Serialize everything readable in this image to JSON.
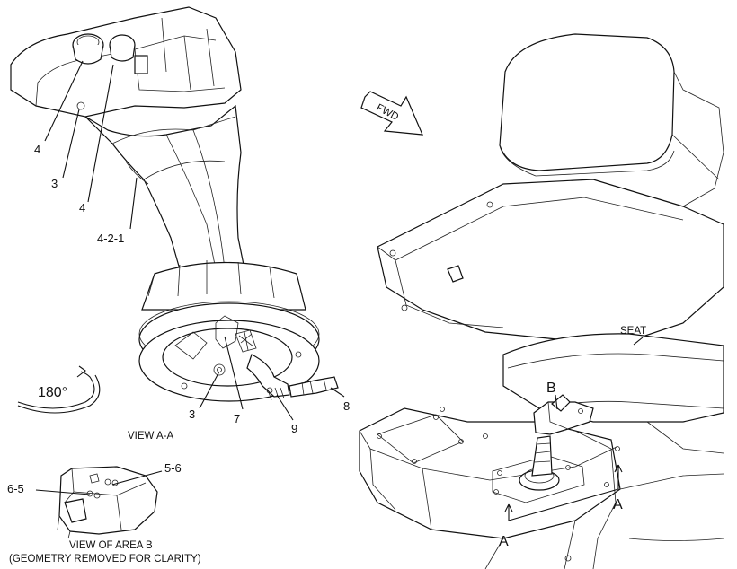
{
  "callouts": {
    "c_4_top": "4",
    "c_3_top": "3",
    "c_4_mid": "4",
    "c_4_2_1": "4-2-1",
    "c_3_bottom": "3",
    "c_7": "7",
    "c_9": "9",
    "c_8": "8",
    "c_5_6": "5-6",
    "c_6_5": "6-5"
  },
  "rotation_label": "180°",
  "view_aa_caption": "VIEW A-A",
  "view_area_b_caption_line1": "VIEW OF AREA B",
  "view_area_b_caption_line2": "(GEOMETRY REMOVED FOR CLARITY)",
  "fwd_label": "FWD",
  "seat_label": "SEAT",
  "section_b_label": "B",
  "section_a_label_right": "A",
  "section_a_label_left": "A",
  "icons": [
    "forward-arrow-icon",
    "rotate-arrow-icon"
  ]
}
